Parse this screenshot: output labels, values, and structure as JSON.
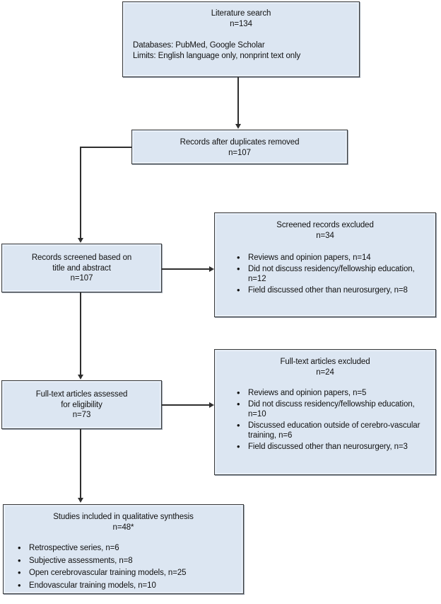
{
  "diagram": {
    "title": "PRISMA literature selection flow diagram",
    "colors": {
      "box_fill": "#dce6f2",
      "box_border": "#3c3c3c",
      "connector": "#2e2e2e",
      "page_background": "#ffffff",
      "text": "#111111"
    },
    "bullet_glyph": "•"
  },
  "boxes": {
    "literature_search": {
      "title": "Literature search\nn=134",
      "detail_lines": [
        "Databases: PubMed, Google Scholar",
        "Limits: English language only, nonprint text only"
      ]
    },
    "records_after_duplicates_removed": {
      "title": "Records after duplicates removed\nn=107"
    },
    "records_screened": {
      "title": "Records screened based on\ntitle and abstract\nn=107"
    },
    "screened_records_excluded": {
      "title": "Screened records excluded\nn=34",
      "items": [
        "Reviews and opinion papers, n=14",
        "Did not discuss residency/fellowship education, n=12",
        "Field discussed other than neurosurgery, n=8"
      ]
    },
    "fulltext_articles_assessed": {
      "title": "Full-text articles assessed\nfor eligibility\nn=73"
    },
    "fulltext_articles_excluded": {
      "title": "Full-text articles excluded\nn=24",
      "items": [
        "Reviews and opinion papers, n=5",
        "Did not discuss residency/fellowship education, n=10",
        "Discussed education outside of cerebro-vascular training, n=6",
        "Field discussed other than neurosurgery, n=3"
      ]
    },
    "studies_included": {
      "title": "Studies included in qualitative synthesis\nn=48*",
      "items": [
        "Retrospective series, n=6",
        "Subjective assessments, n=8",
        "Open cerebrovascular training models, n=25",
        "Endovascular training models, n=10"
      ]
    }
  }
}
